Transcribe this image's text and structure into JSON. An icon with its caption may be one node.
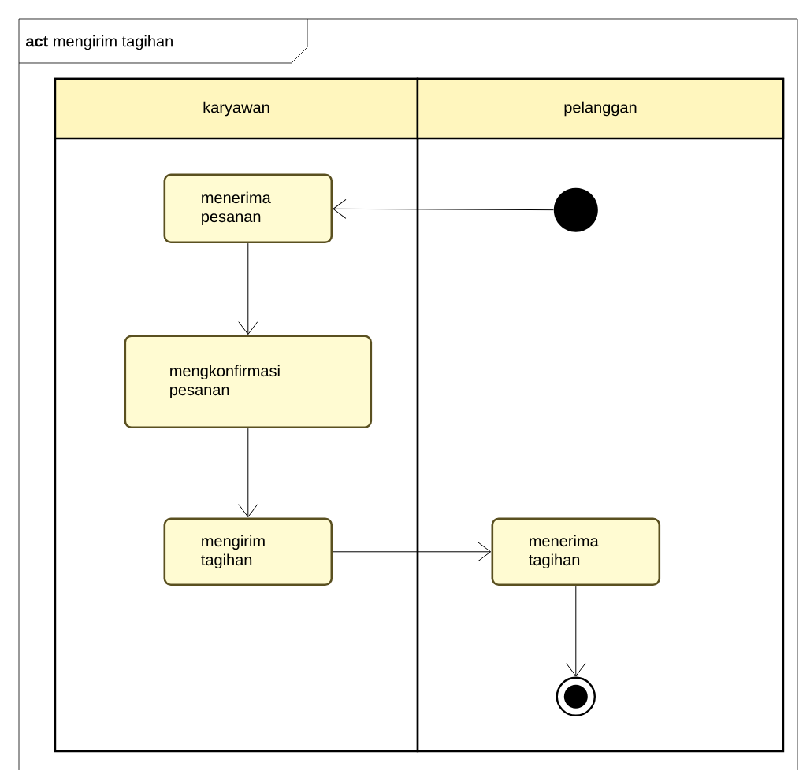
{
  "diagram": {
    "title": "**act** mengirim tagihan",
    "nodes": [
      {
        "text": [
          "karyawan"
        ]
      },
      {
        "text": [
          "pelanggan"
        ]
      },
      {
        "text": [
          "menerima pesanan"
        ],
        "in": 0
      },
      {
        "text": [
          "mengkonfirmasi pesanan"
        ],
        "in": 0
      },
      {
        "text": [
          "mengirim tagihan"
        ],
        "in": 0
      },
      {
        "text": [],
        "shape": "circle",
        "in": 1
      },
      {
        "text": [
          "menerima tagihan"
        ],
        "in": 1
      },
      {
        "text": [],
        "shape": "bullseye",
        "in": 1
      }
    ],
    "edges": [
      {
        "from": 5,
        "to": 2,
        "arrow": "to"
      },
      {
        "from": 2,
        "to": 3,
        "arrow": "to"
      },
      {
        "from": 3,
        "to": 4,
        "arrow": "to"
      },
      {
        "from": 4,
        "to": 6,
        "arrow": "to"
      },
      {
        "from": 6,
        "to": 7,
        "arrow": "to"
      }
    ]
  }
}
